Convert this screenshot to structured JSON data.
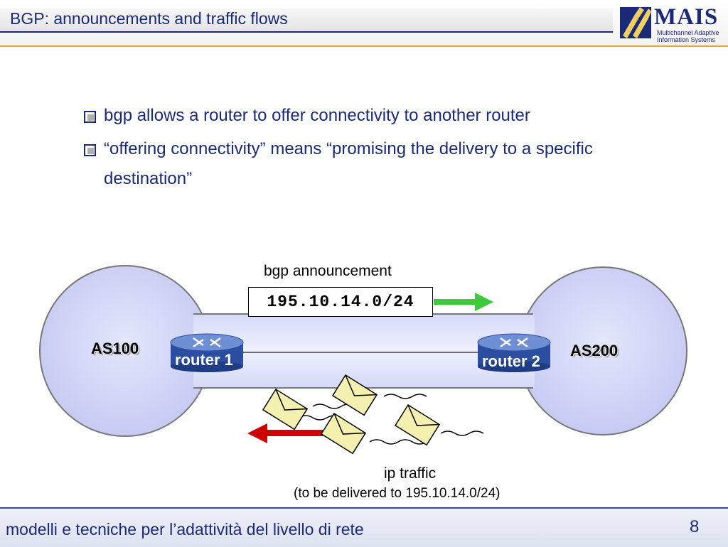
{
  "header": {
    "title": "BGP: announcements and traffic flows"
  },
  "logo": {
    "name": "MAIS",
    "subtitle_line1": "Multichannel Adaptive",
    "subtitle_line2": "Information Systems"
  },
  "bullets": [
    "bgp allows a router to offer connectivity to another router",
    "“offering connectivity” means “promising the delivery to a specific destination”"
  ],
  "diagram": {
    "announcement_label": "bgp announcement",
    "prefix": "195.10.14.0/24",
    "left_as": "AS100",
    "right_as": "AS200",
    "router1": "router 1",
    "router2": "router 2",
    "traffic_label": "ip traffic",
    "traffic_sublabel": "(to be delivered to 195.10.14.0/24)",
    "colors": {
      "as_fill": "#cfd2f5",
      "announcement_arrow": "#3ec93e",
      "traffic_arrow": "#cc0000",
      "router_body": "#2b4ea0"
    }
  },
  "footer": {
    "text": "modelli e tecniche per l’adattività del livello di rete",
    "page": "8"
  }
}
